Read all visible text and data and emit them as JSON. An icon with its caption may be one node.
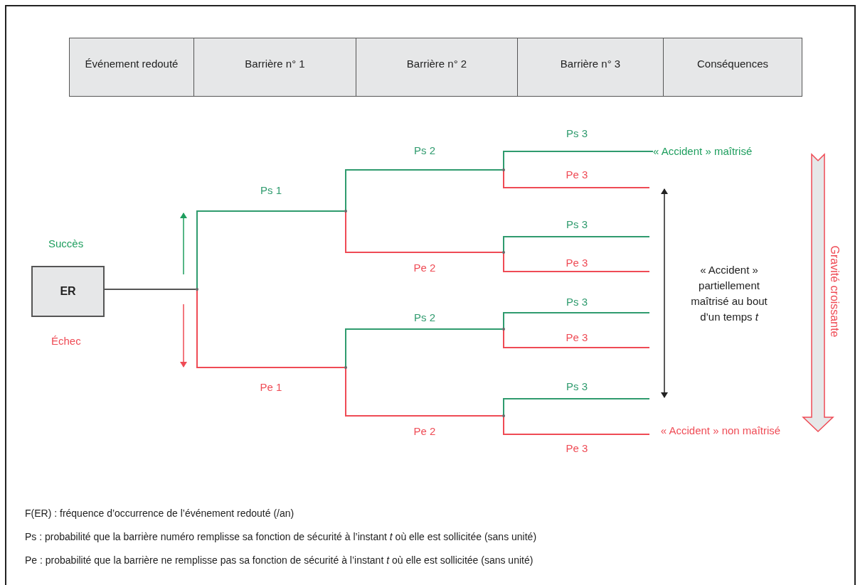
{
  "diagram": {
    "nodes": [
      {
        "text": [
          "Événement redouté"
        ]
      },
      {
        "text": [
          "Barrière n° 1"
        ]
      },
      {
        "text": [
          "Barrière n° 2"
        ]
      },
      {
        "text": [
          "Barrière n° 3"
        ]
      },
      {
        "text": [
          "Conséquences"
        ]
      },
      {
        "text": [
          "ER"
        ]
      },
      {
        "text": [],
        "shape": "point"
      },
      {
        "text": [],
        "shape": "point"
      },
      {
        "text": [],
        "shape": "point"
      },
      {
        "text": [],
        "shape": "point"
      },
      {
        "text": [],
        "shape": "point"
      },
      {
        "text": [],
        "shape": "point"
      },
      {
        "text": [],
        "shape": "point"
      },
      {
        "text": [
          "« Accident » maîtrisé"
        ]
      },
      {
        "text": [
          "« Accident » non maîtrisé"
        ]
      }
    ],
    "edges": [
      {
        "from": 5,
        "to": 6,
        "arrow": "none",
        "color": "#555555"
      },
      {
        "from": 6,
        "to": 7,
        "arrow": "none",
        "label": "Ps 1",
        "color": "#2f9b6e"
      },
      {
        "from": 6,
        "to": 8,
        "arrow": "none",
        "label": "Pe 1",
        "color": "#ef4b55"
      },
      {
        "from": 7,
        "to": 9,
        "arrow": "none",
        "label": "Ps 2",
        "color": "#2f9b6e"
      },
      {
        "from": 7,
        "to": 10,
        "arrow": "none",
        "label": "Pe 2",
        "color": "#ef4b55"
      },
      {
        "from": 8,
        "to": 11,
        "arrow": "none",
        "label": "Ps 2",
        "color": "#2f9b6e"
      },
      {
        "from": 8,
        "to": 12,
        "arrow": "none",
        "label": "Pe 2",
        "color": "#ef4b55"
      },
      {
        "from": 9,
        "to": 13,
        "arrow": "none",
        "label": "Ps 3",
        "color": "#2f9b6e"
      },
      {
        "from": 9,
        "to": null,
        "arrow": "none",
        "label": "Pe 3",
        "color": "#ef4b55"
      },
      {
        "from": 10,
        "to": null,
        "arrow": "none",
        "label": "Ps 3",
        "color": "#2f9b6e"
      },
      {
        "from": 10,
        "to": null,
        "arrow": "none",
        "label": "Pe 3",
        "color": "#ef4b55"
      },
      {
        "from": 11,
        "to": null,
        "arrow": "none",
        "label": "Ps 3",
        "color": "#2f9b6e"
      },
      {
        "from": 11,
        "to": null,
        "arrow": "none",
        "label": "Pe 3",
        "color": "#ef4b55"
      },
      {
        "from": 12,
        "to": null,
        "arrow": "none",
        "label": "Ps 3",
        "color": "#2f9b6e"
      },
      {
        "from": 12,
        "to": 14,
        "arrow": "none",
        "label": "Pe 3",
        "color": "#ef4b55"
      }
    ],
    "labels": [
      "Succès",
      "Échec",
      "« Accident » partiellement maîtrisé au bout d’un temps *t*",
      "Gravité croissante",
      "F(ER) : fréquence d’occurrence de l’événement redouté (/an)",
      "Ps : probabilité que la barrière numéro remplisse sa fonction de sécurité à l’instant *t* où elle est sollicitée (sans unité)",
      "Pe : probabilité que la barrière ne remplisse pas sa fonction de sécurité à l’instant *t* où elle est sollicitée (sans unité)"
    ]
  }
}
